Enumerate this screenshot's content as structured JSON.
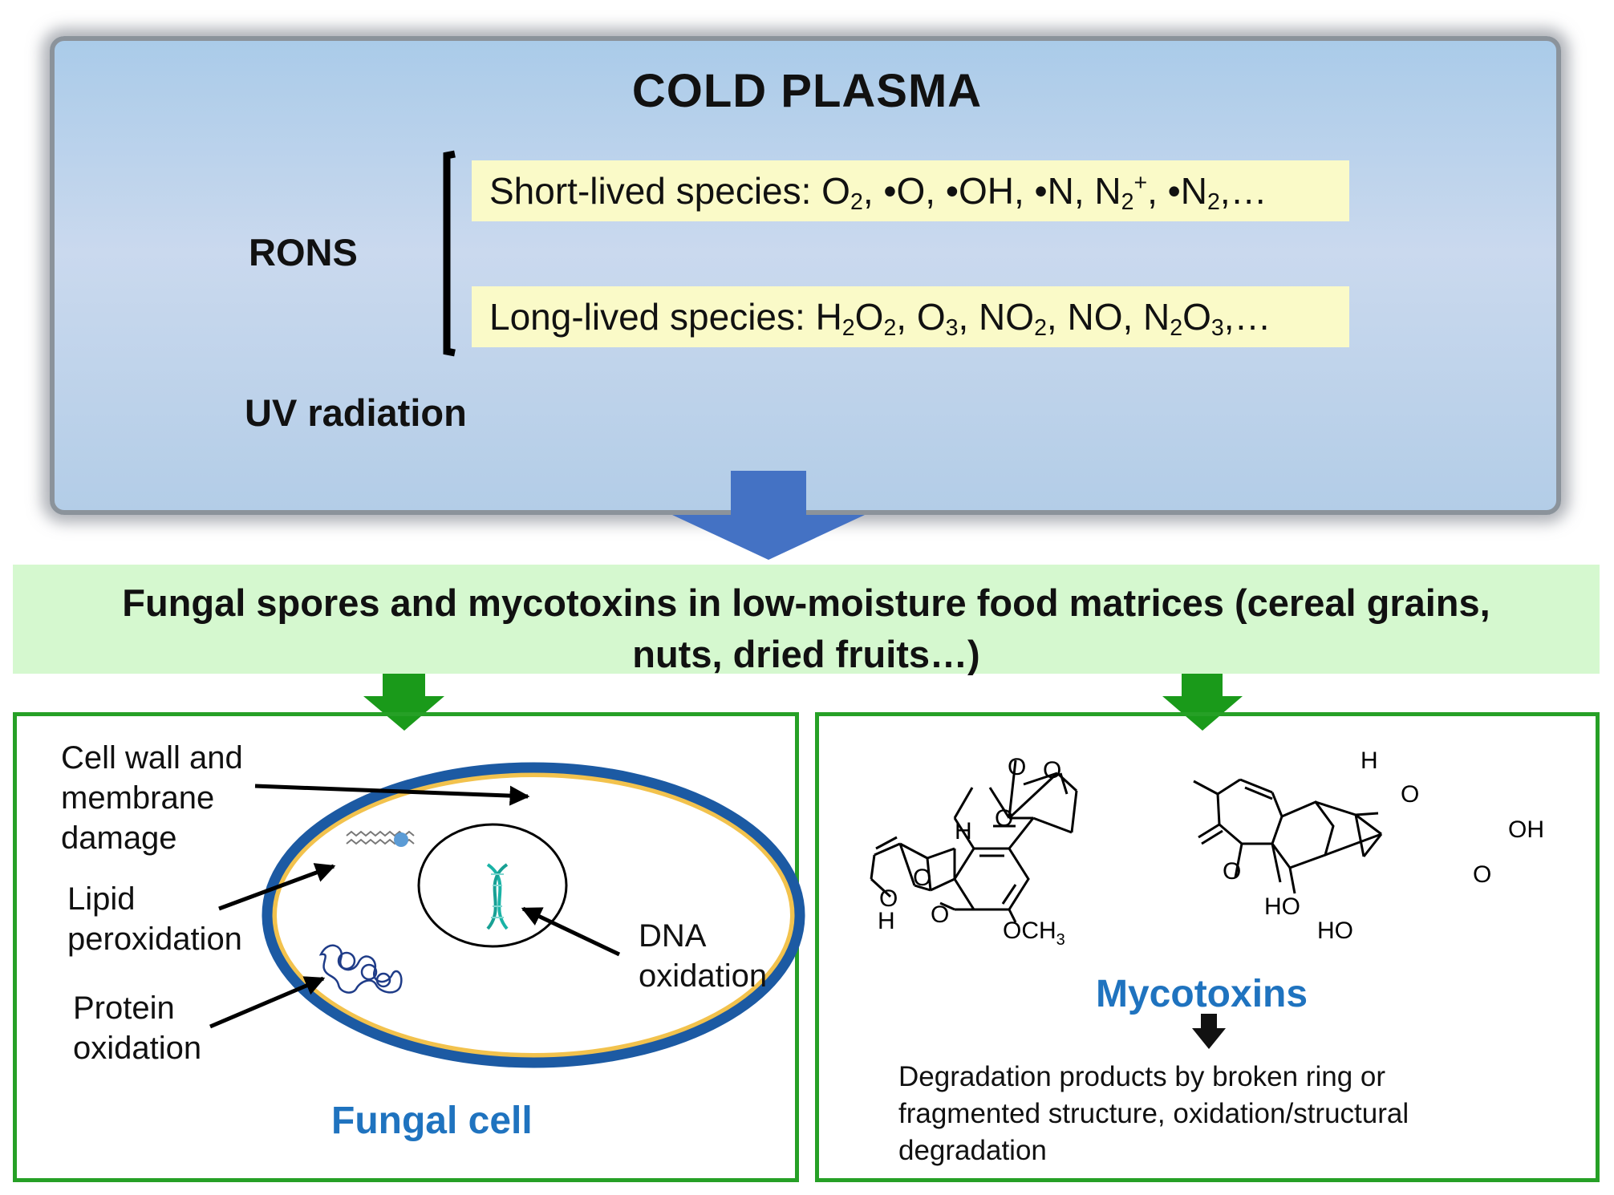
{
  "title": "COLD PLASMA",
  "rons_label": "RONS",
  "uv_label": "UV radiation",
  "short_lived": {
    "prefix": "Short-lived species: O",
    "a": "2",
    "b": ", •O, •OH, •N, N",
    "c": "2",
    "d": "+",
    "e": ", •N",
    "f": "2",
    "g": ",…"
  },
  "long_lived": {
    "prefix": "Long-lived species: H",
    "a": "2",
    "b": "O",
    "c": "2",
    "d": ", O",
    "e": "3",
    "f": ", NO",
    "g": "2",
    "h": ", NO, N",
    "i": "2",
    "j": "O",
    "k": "3",
    "l": ",…"
  },
  "food": {
    "line1": "Fungal spores and mycotoxins in low-moisture food matrices (cereal grains,",
    "line2": "nuts, dried fruits…)"
  },
  "fungal": {
    "wall_label": [
      "Cell wall and",
      "membrane",
      "damage"
    ],
    "lipid_label": [
      "Lipid",
      "peroxidation"
    ],
    "protein_label": [
      "Protein",
      "oxidation"
    ],
    "dna_label": [
      "DNA",
      "oxidation"
    ],
    "title": "Fungal cell"
  },
  "mycotoxins": {
    "title": "Mycotoxins",
    "degradation": [
      "Degradation products by broken ring or",
      "fragmented structure, oxidation/structural",
      "degradation"
    ],
    "atoms": {
      "o": "O",
      "h": "H",
      "och3": "OCH",
      "three": "3",
      "ho": "HO",
      "oh": "OH"
    }
  },
  "colors": {
    "arrow_blue": "#4472c4",
    "arrow_green": "#1a9a1a",
    "panel_border": "#26a026",
    "title_blue": "#1f73bf",
    "cell_outer": "#1c5aa3",
    "cell_inner": "#f2c24d"
  }
}
